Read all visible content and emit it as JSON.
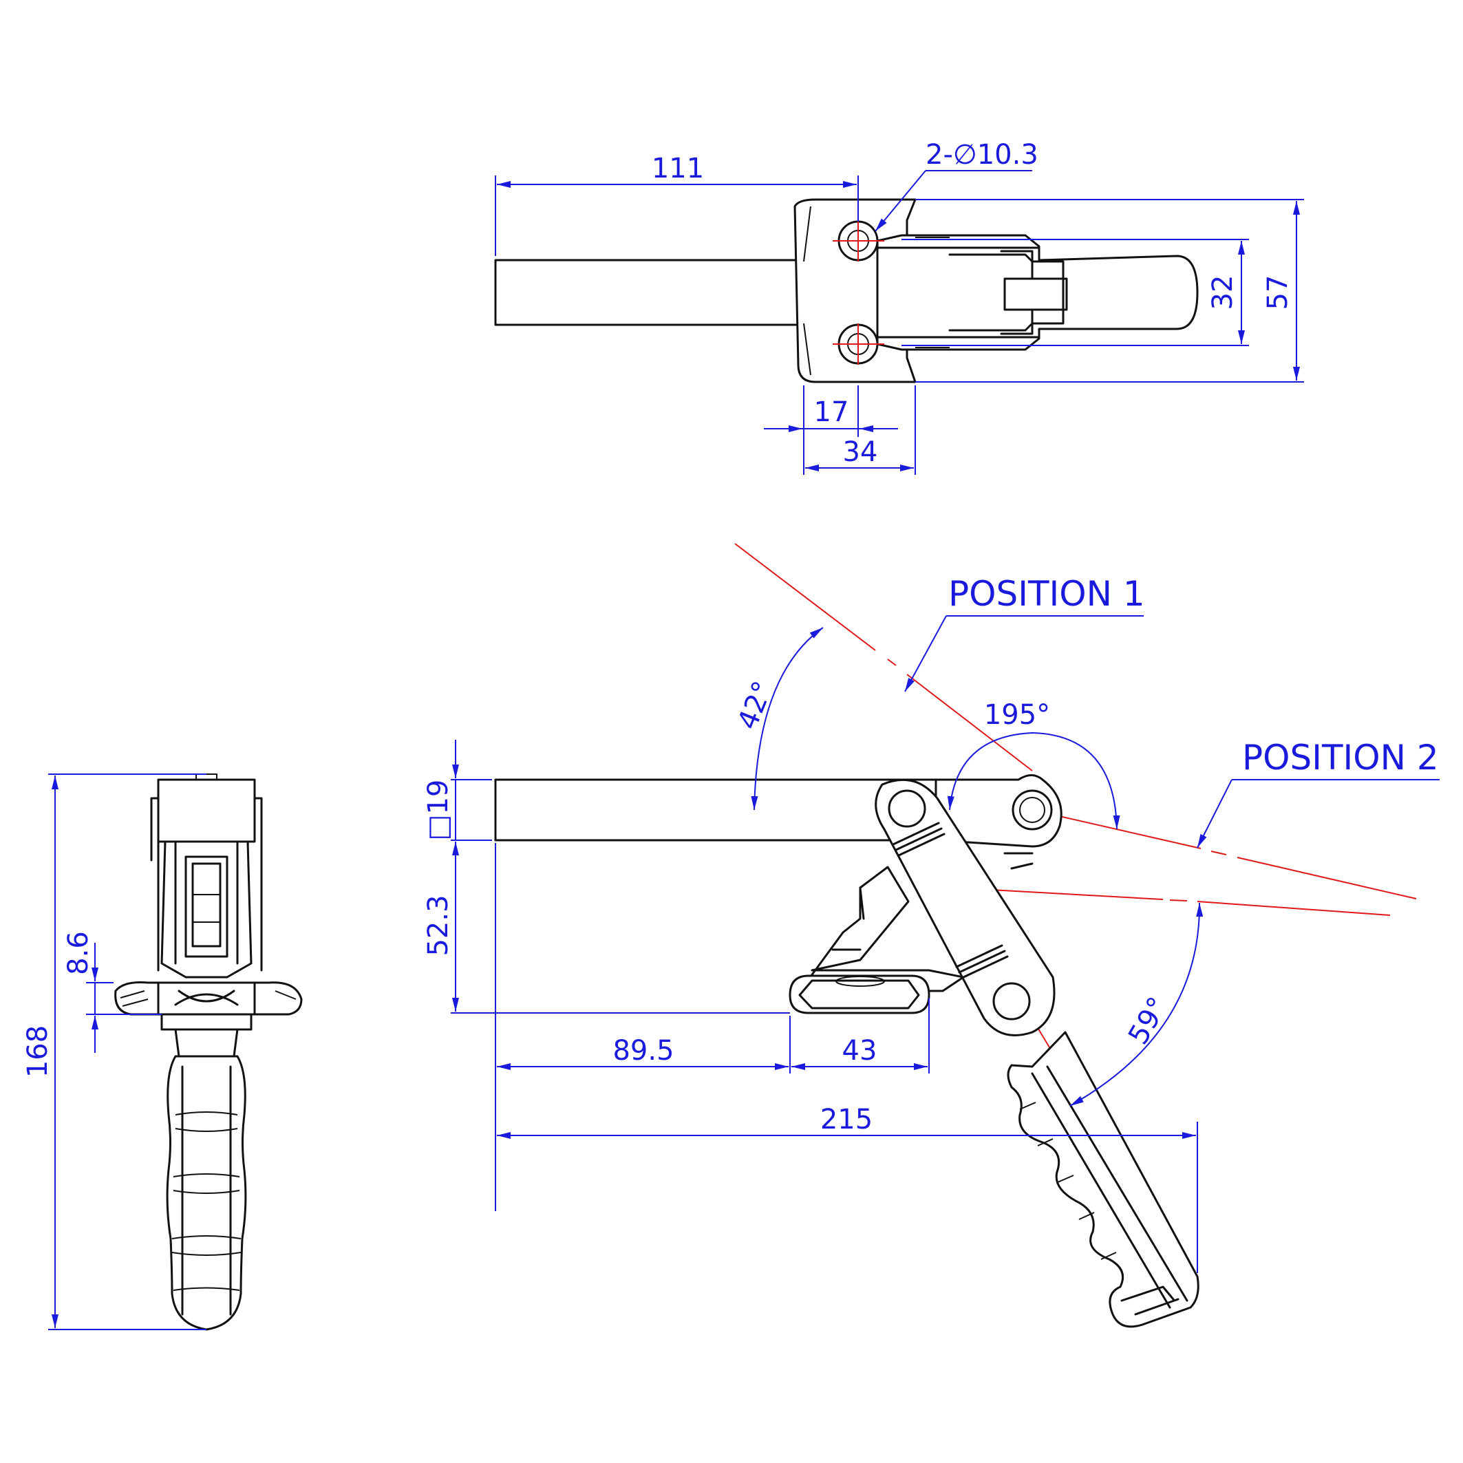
{
  "colors": {
    "dimension": "#1a1adc",
    "centerline": "#e01818",
    "outline": "#111111",
    "background": "#ffffff"
  },
  "dimensions": {
    "top_length": "111",
    "hole_spec": "2-∅10.3",
    "hole_spacing": "32",
    "base_width": "57",
    "hole_offset": "17",
    "base_depth": "34",
    "bar_section": "□19",
    "bar_height": "52.3",
    "foot_offset": "89.5",
    "foot_length": "43",
    "overall_length": "215",
    "total_height": "168",
    "flange_thickness": "8.6"
  },
  "angles": {
    "open_angle": "42°",
    "rotation_angle": "195°",
    "handle_angle": "59°"
  },
  "labels": {
    "position_1": "POSITION 1",
    "position_2": "POSITION 2"
  }
}
